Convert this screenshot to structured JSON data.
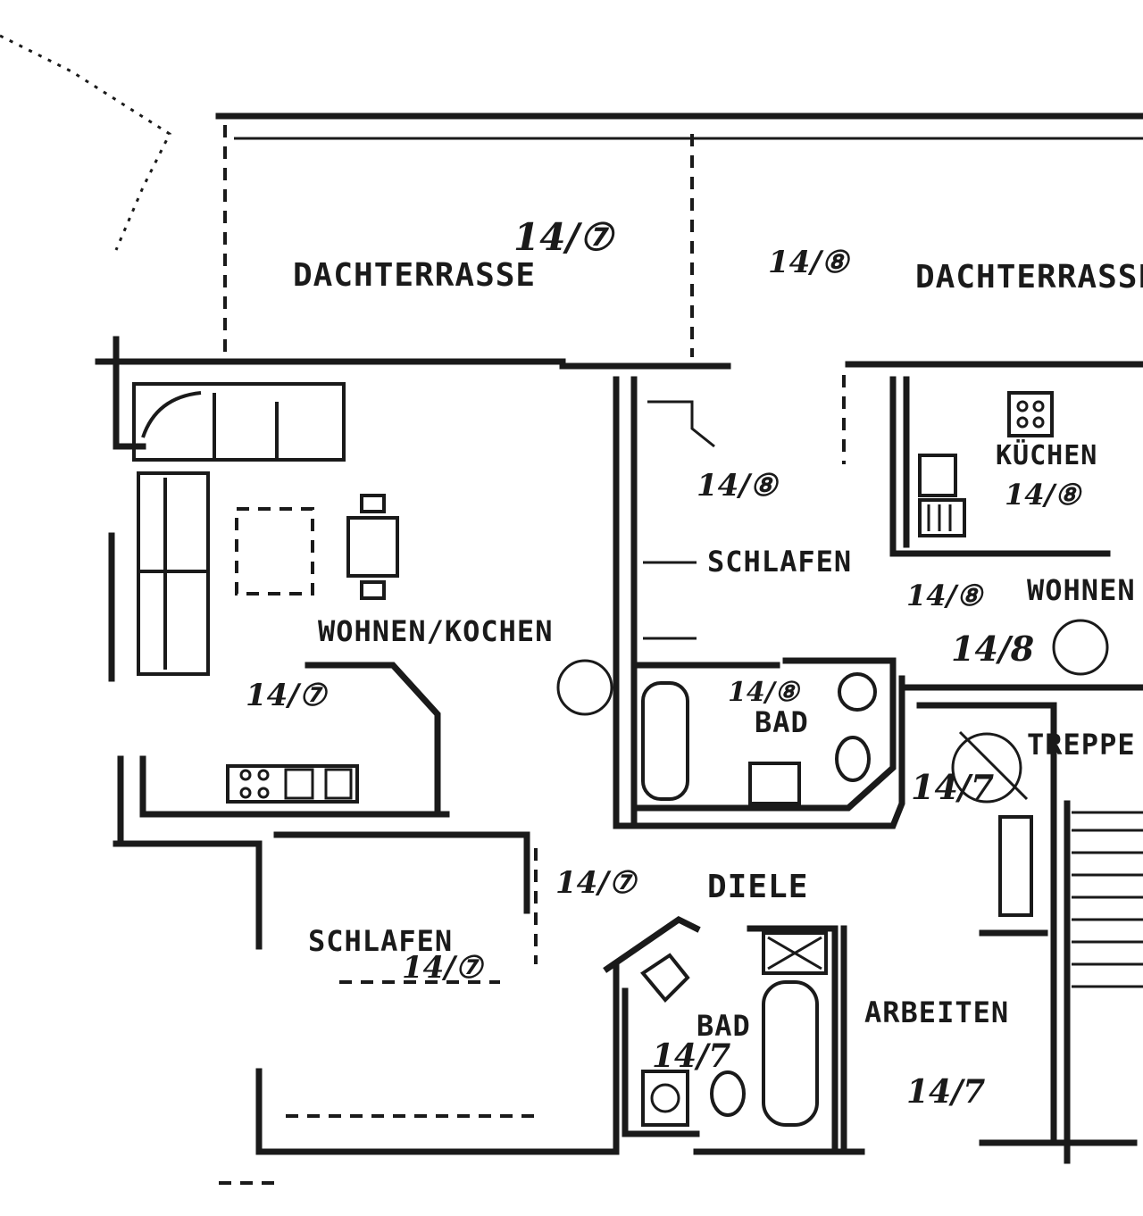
{
  "labels": {
    "terrace_left": "DACHTERRASSE",
    "terrace_left_unit": "14/⑦",
    "terrace_right_unit": "14/⑧",
    "terrace_right": "DACHTERRASSE",
    "kochen": "KÜCHEN",
    "kochen_unit": "14/⑧",
    "schlafen_top": "SCHLAFEN",
    "schlafen_top_unit": "14/⑧",
    "wohnen_right_unit": "14/⑧",
    "wohnen_right": "WOHNEN",
    "unit8_marker": "14/8",
    "wohnen_kochen": "WOHNEN/KOCHEN",
    "wohnen_kochen_unit": "14/⑦",
    "bad_top": "BAD",
    "bad_top_unit": "14/⑧",
    "treppe": "TREPPE",
    "unit7_marker": "14/7",
    "diele_unit": "14/⑦",
    "diele": "DIELE",
    "schlafen_bottom": "SCHLAFEN",
    "schlafen_bottom_unit": "14/⑦",
    "bad_bottom": "BAD",
    "bad_bottom_unit": "14/7",
    "arbeiten": "ARBEITEN",
    "arbeiten_unit": "14/7"
  }
}
